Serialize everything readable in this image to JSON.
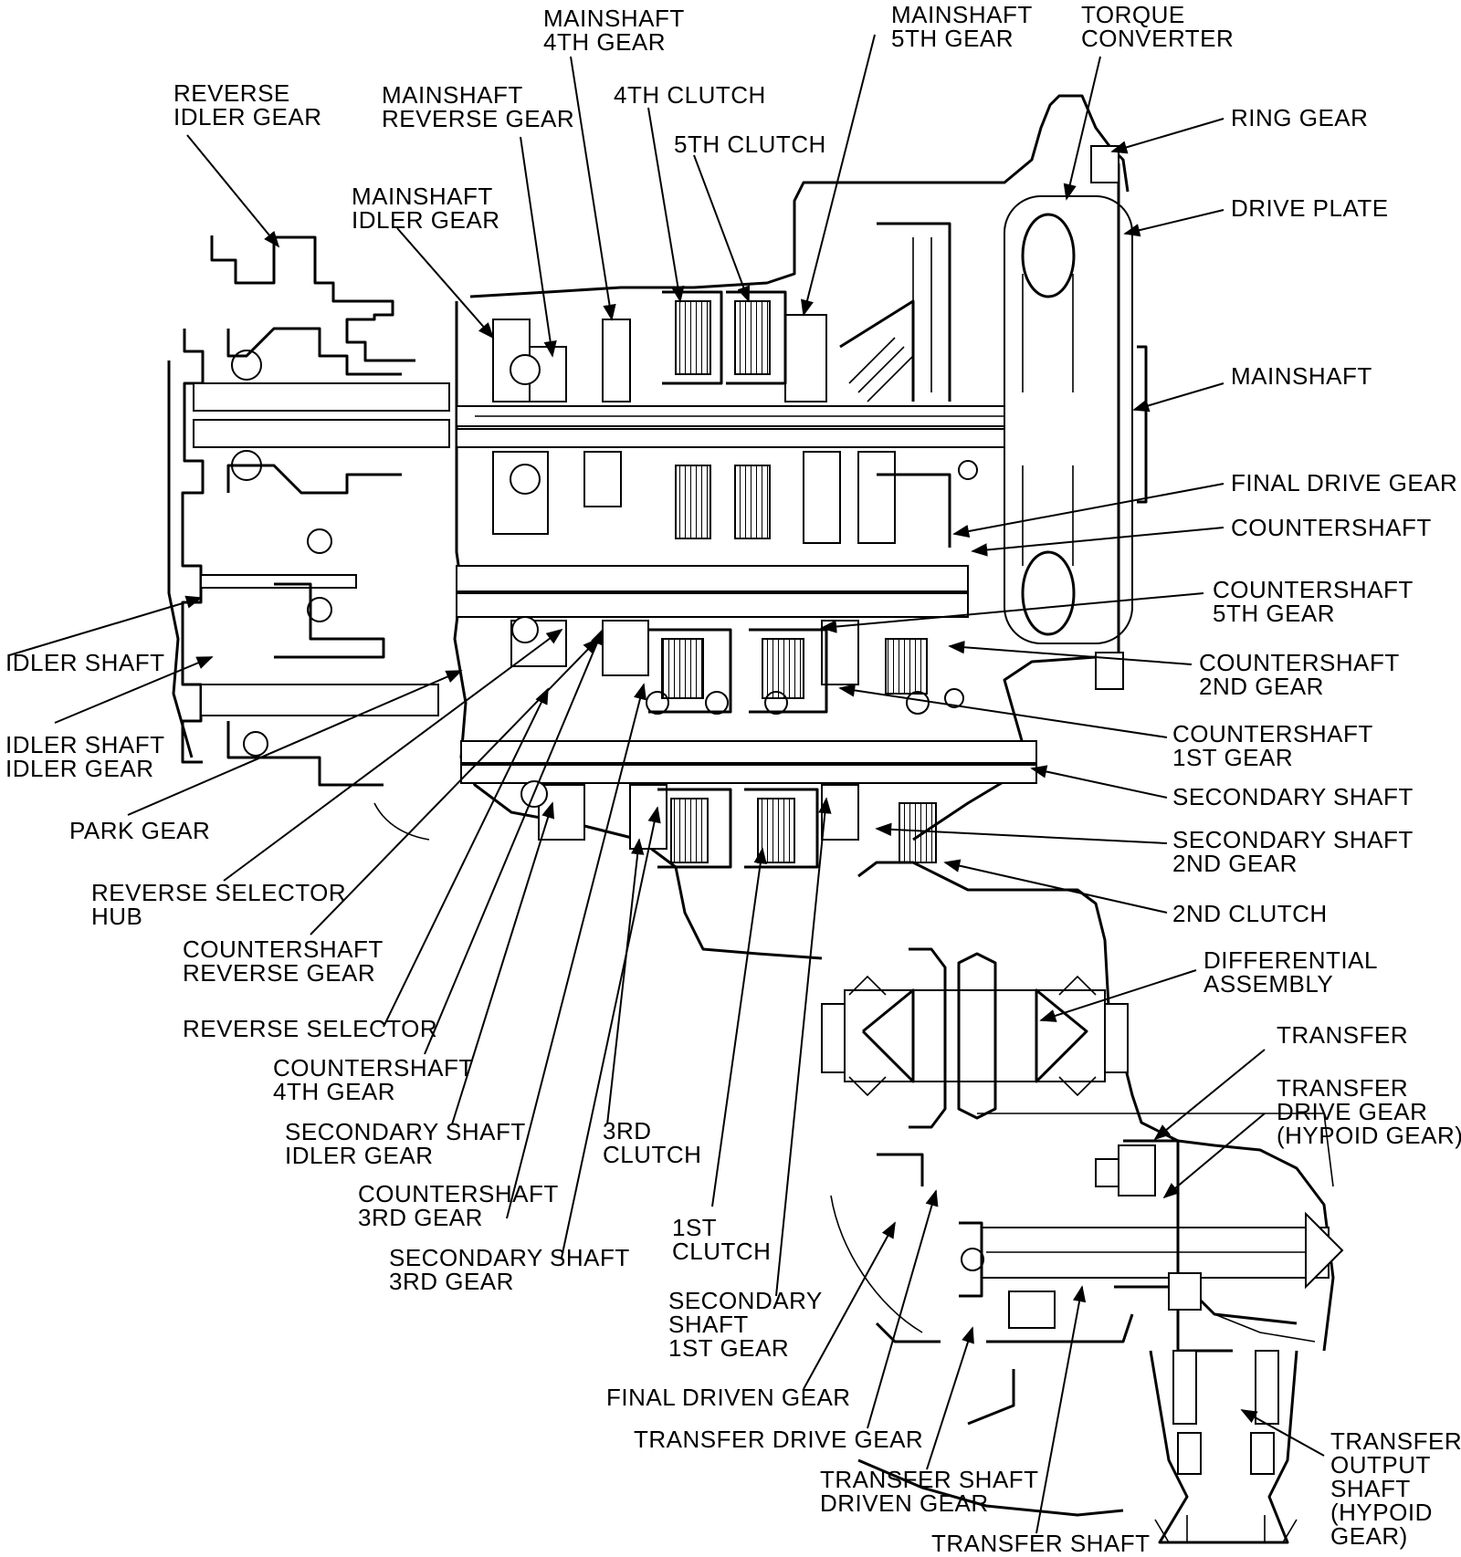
{
  "labels": [
    {
      "id": "reverse-idler-gear",
      "lines": [
        "REVERSE",
        "IDLER GEAR"
      ]
    },
    {
      "id": "mainshaft-reverse-gear",
      "lines": [
        "MAINSHAFT",
        "REVERSE GEAR"
      ]
    },
    {
      "id": "mainshaft-4th-gear",
      "lines": [
        "MAINSHAFT",
        "4TH GEAR"
      ]
    },
    {
      "id": "4th-clutch",
      "lines": [
        "4TH CLUTCH"
      ]
    },
    {
      "id": "5th-clutch",
      "lines": [
        "5TH CLUTCH"
      ]
    },
    {
      "id": "mainshaft-5th-gear",
      "lines": [
        "MAINSHAFT",
        "5TH GEAR"
      ]
    },
    {
      "id": "torque-converter",
      "lines": [
        "TORQUE",
        "CONVERTER"
      ]
    },
    {
      "id": "ring-gear",
      "lines": [
        "RING GEAR"
      ]
    },
    {
      "id": "drive-plate",
      "lines": [
        "DRIVE PLATE"
      ]
    },
    {
      "id": "mainshaft-idler-gear",
      "lines": [
        "MAINSHAFT",
        "IDLER GEAR"
      ]
    },
    {
      "id": "mainshaft",
      "lines": [
        "MAINSHAFT"
      ]
    },
    {
      "id": "final-drive-gear",
      "lines": [
        "FINAL DRIVE GEAR"
      ]
    },
    {
      "id": "countershaft",
      "lines": [
        "COUNTERSHAFT"
      ]
    },
    {
      "id": "countershaft-5th-gear",
      "lines": [
        "COUNTERSHAFT",
        "5TH GEAR"
      ]
    },
    {
      "id": "countershaft-2nd-gear",
      "lines": [
        "COUNTERSHAFT",
        "2ND GEAR"
      ]
    },
    {
      "id": "countershaft-1st-gear",
      "lines": [
        "COUNTERSHAFT",
        "1ST GEAR"
      ]
    },
    {
      "id": "secondary-shaft",
      "lines": [
        "SECONDARY SHAFT"
      ]
    },
    {
      "id": "secondary-shaft-2nd-gear",
      "lines": [
        "SECONDARY SHAFT",
        "2ND GEAR"
      ]
    },
    {
      "id": "2nd-clutch",
      "lines": [
        "2ND CLUTCH"
      ]
    },
    {
      "id": "differential-assembly",
      "lines": [
        "DIFFERENTIAL",
        "ASSEMBLY"
      ]
    },
    {
      "id": "transfer",
      "lines": [
        "TRANSFER"
      ]
    },
    {
      "id": "transfer-drive-gear-hypoid",
      "lines": [
        "TRANSFER",
        "DRIVE GEAR",
        "(HYPOID GEAR)"
      ]
    },
    {
      "id": "idler-shaft",
      "lines": [
        "IDLER SHAFT"
      ]
    },
    {
      "id": "idler-shaft-idler-gear",
      "lines": [
        "IDLER SHAFT",
        "IDLER GEAR"
      ]
    },
    {
      "id": "park-gear",
      "lines": [
        "PARK GEAR"
      ]
    },
    {
      "id": "reverse-selector-hub",
      "lines": [
        "REVERSE SELECTOR",
        "HUB"
      ]
    },
    {
      "id": "countershaft-reverse-gear",
      "lines": [
        "COUNTERSHAFT",
        "REVERSE GEAR"
      ]
    },
    {
      "id": "reverse-selector",
      "lines": [
        "REVERSE SELECTOR"
      ]
    },
    {
      "id": "countershaft-4th-gear",
      "lines": [
        "COUNTERSHAFT",
        "4TH GEAR"
      ]
    },
    {
      "id": "secondary-shaft-idler-gear",
      "lines": [
        "SECONDARY SHAFT",
        "IDLER GEAR"
      ]
    },
    {
      "id": "3rd-clutch",
      "lines": [
        "3RD",
        "CLUTCH"
      ]
    },
    {
      "id": "countershaft-3rd-gear",
      "lines": [
        "COUNTERSHAFT",
        "3RD GEAR"
      ]
    },
    {
      "id": "secondary-shaft-3rd-gear",
      "lines": [
        "SECONDARY SHAFT",
        "3RD GEAR"
      ]
    },
    {
      "id": "1st-clutch",
      "lines": [
        "1ST",
        "CLUTCH"
      ]
    },
    {
      "id": "secondary-shaft-1st-gear",
      "lines": [
        "SECONDARY",
        "SHAFT",
        "1ST GEAR"
      ]
    },
    {
      "id": "final-driven-gear",
      "lines": [
        "FINAL DRIVEN GEAR"
      ]
    },
    {
      "id": "transfer-drive-gear",
      "lines": [
        "TRANSFER DRIVE GEAR"
      ]
    },
    {
      "id": "transfer-shaft-driven-gear",
      "lines": [
        "TRANSFER SHAFT",
        "DRIVEN GEAR"
      ]
    },
    {
      "id": "transfer-shaft",
      "lines": [
        "TRANSFER SHAFT"
      ]
    },
    {
      "id": "transfer-output-shaft-hypoid",
      "lines": [
        "TRANSFER",
        "OUTPUT",
        "SHAFT",
        "(HYPOID",
        "GEAR)"
      ]
    }
  ]
}
